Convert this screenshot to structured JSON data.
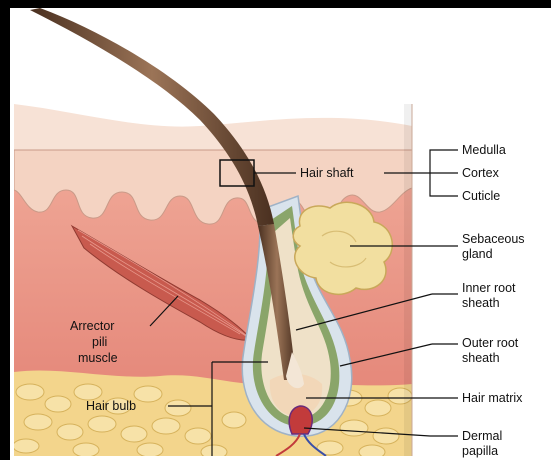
{
  "labels": {
    "hair_shaft": "Hair shaft",
    "medulla": "Medulla",
    "cortex": "Cortex",
    "cuticle": "Cuticle",
    "sebaceous_line1": "Sebaceous",
    "sebaceous_line2": "gland",
    "inner_root_line1": "Inner root",
    "inner_root_line2": "sheath",
    "outer_root_line1": "Outer root",
    "outer_root_line2": "sheath",
    "hair_matrix": "Hair matrix",
    "dermal_line1": "Dermal",
    "dermal_line2": "papilla",
    "arrector_line1": "Arrector",
    "arrector_line2": "pili",
    "arrector_line3": "muscle",
    "hair_bulb": "Hair bulb"
  },
  "colors": {
    "frame": "#000000",
    "epidermis": "#f4d7c8",
    "dermis": "#e4877a",
    "fat": "#f3d58c",
    "hair": "#6b4a33",
    "sheath_outer": "#d9e3ec",
    "sheath_green": "#8aa56a",
    "gland": "#f2dfa0",
    "muscle": "#c85a4e"
  }
}
